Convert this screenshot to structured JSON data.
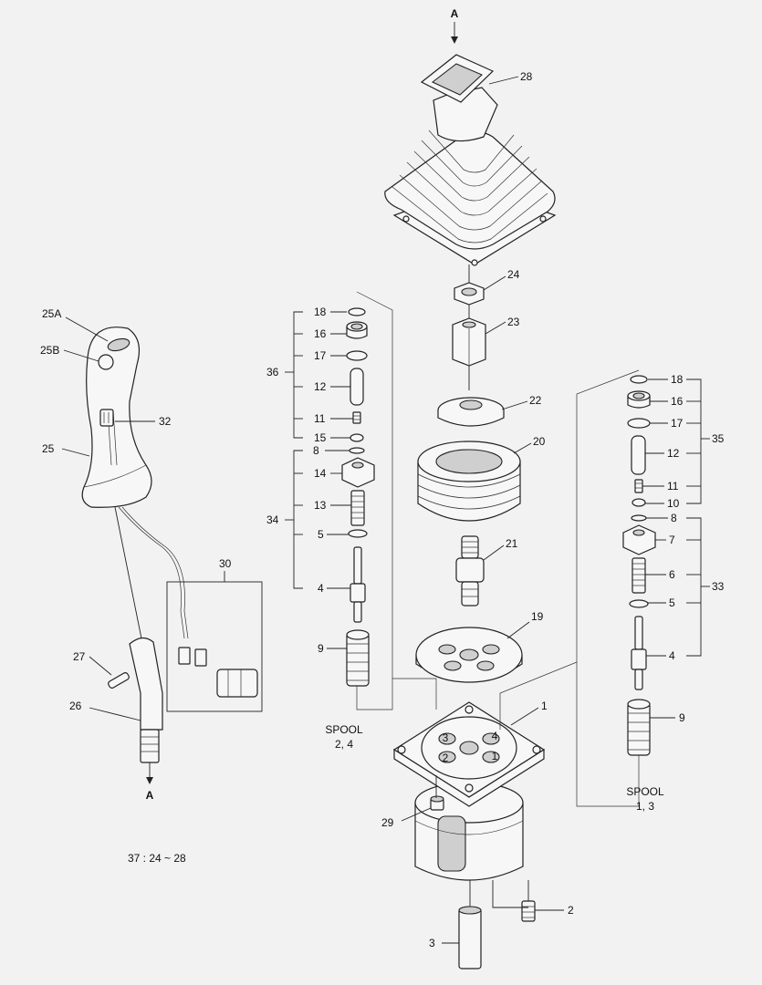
{
  "view_marker": "A",
  "spool_left": {
    "line1": "SPOOL",
    "line2": "2, 4"
  },
  "spool_right": {
    "line1": "SPOOL",
    "line2": "1, 3"
  },
  "kit_note": "37 : 24 ~ 28",
  "labels": {
    "p1": "1",
    "p2": "2",
    "p3": "3",
    "p4L": "4",
    "p5L": "5",
    "p8L": "8",
    "p9L": "9",
    "p11L": "11",
    "p12L": "12",
    "p13": "13",
    "p14": "14",
    "p15": "15",
    "p16L": "16",
    "p17L": "17",
    "p18L": "18",
    "p19": "19",
    "p20": "20",
    "p21": "21",
    "p22": "22",
    "p23": "23",
    "p24": "24",
    "p25": "25",
    "p25A": "25A",
    "p25B": "25B",
    "p26": "26",
    "p27": "27",
    "p28": "28",
    "p29": "29",
    "p30": "30",
    "p32": "32",
    "p34": "34",
    "p36": "36",
    "p4R": "4",
    "p5R": "5",
    "p6": "6",
    "p7": "7",
    "p8R": "8",
    "p9R": "9",
    "p10": "10",
    "p11R": "11",
    "p12R": "12",
    "p16R": "16",
    "p17R": "17",
    "p18R": "18",
    "p33": "33",
    "p35": "35",
    "port1": "1",
    "port2": "2",
    "port3": "3",
    "port4": "4"
  }
}
